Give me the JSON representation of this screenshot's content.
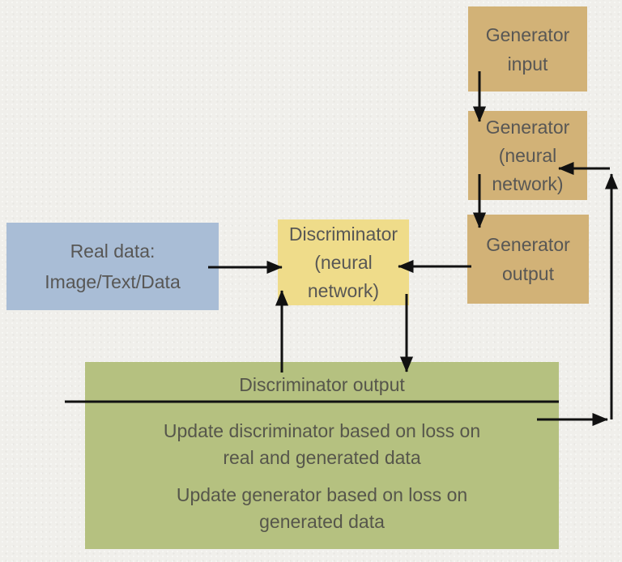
{
  "palette": {
    "background": "#f0efeb",
    "generator_boxes": "#d2b277",
    "discriminator_box": "#efdc8a",
    "real_data_box": "#a9bdd6",
    "loss_panel": "#b5c180",
    "text": "#585755",
    "connector_line": "#111111"
  },
  "nodes": {
    "generator_input": {
      "label": "Generator\ninput",
      "color": "#d2b277"
    },
    "generator_network": {
      "label": "Generator\n(neural\nnetwork)",
      "color": "#d2b277"
    },
    "generator_output": {
      "label": "Generator\noutput",
      "color": "#d2b277"
    },
    "real_data": {
      "label": "Real data:\nImage/Text/Data",
      "color": "#a9bdd6"
    },
    "discriminator": {
      "label": "Discriminator\n(neural\nnetwork)",
      "color": "#efdc8a"
    },
    "loss_panel": {
      "color": "#b5c180",
      "header": "Discriminator output",
      "body": [
        "Update discriminator based on loss on\nreal and generated data",
        "Update generator based on loss on\ngenerated data"
      ]
    }
  },
  "connectors": {
    "input_to_network": "generator input to generator network",
    "network_to_output": "generator network to generator output",
    "real_to_discriminator": "real data to discriminator",
    "output_to_discriminator": "generator output to discriminator",
    "discriminator_to_panel": "discriminator to discriminator output",
    "panel_to_discriminator": "loss panel to discriminator",
    "feedback_to_generator": "loss panel feedback to generator network"
  }
}
